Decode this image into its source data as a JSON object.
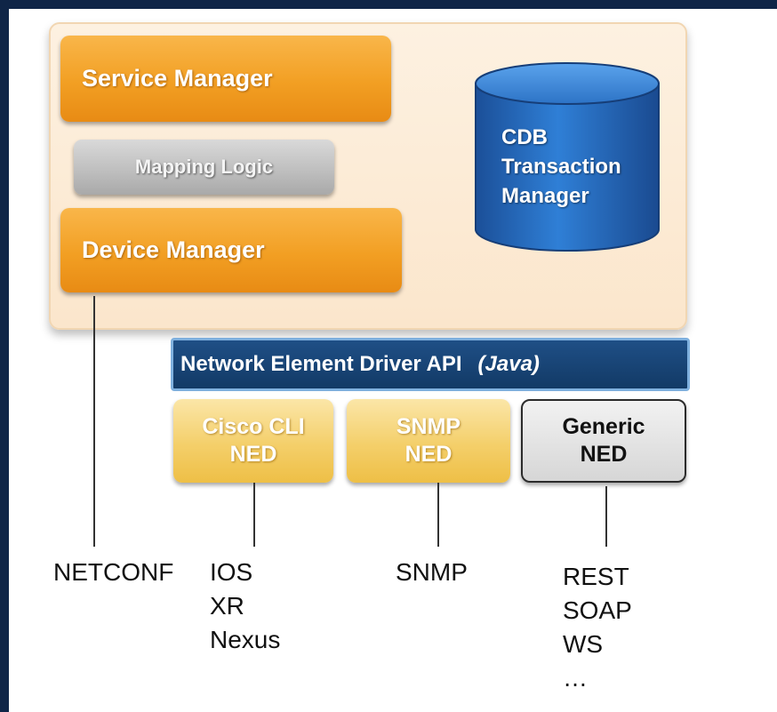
{
  "diagram": {
    "service_manager": "Service Manager",
    "mapping_logic": "Mapping Logic",
    "device_manager": "Device Manager",
    "cdb": "CDB\nTransaction\nManager",
    "api": {
      "label": "Network Element Driver API",
      "language": "(Java)"
    },
    "neds": [
      {
        "label": "Cisco CLI\nNED"
      },
      {
        "label": "SNMP\nNED"
      },
      {
        "label": "Generic\nNED"
      }
    ],
    "protocols": {
      "netconf": "NETCONF",
      "cisco": "IOS\nXR\nNexus",
      "snmp": "SNMP",
      "generic": "REST\nSOAP\nWS\n…"
    }
  }
}
